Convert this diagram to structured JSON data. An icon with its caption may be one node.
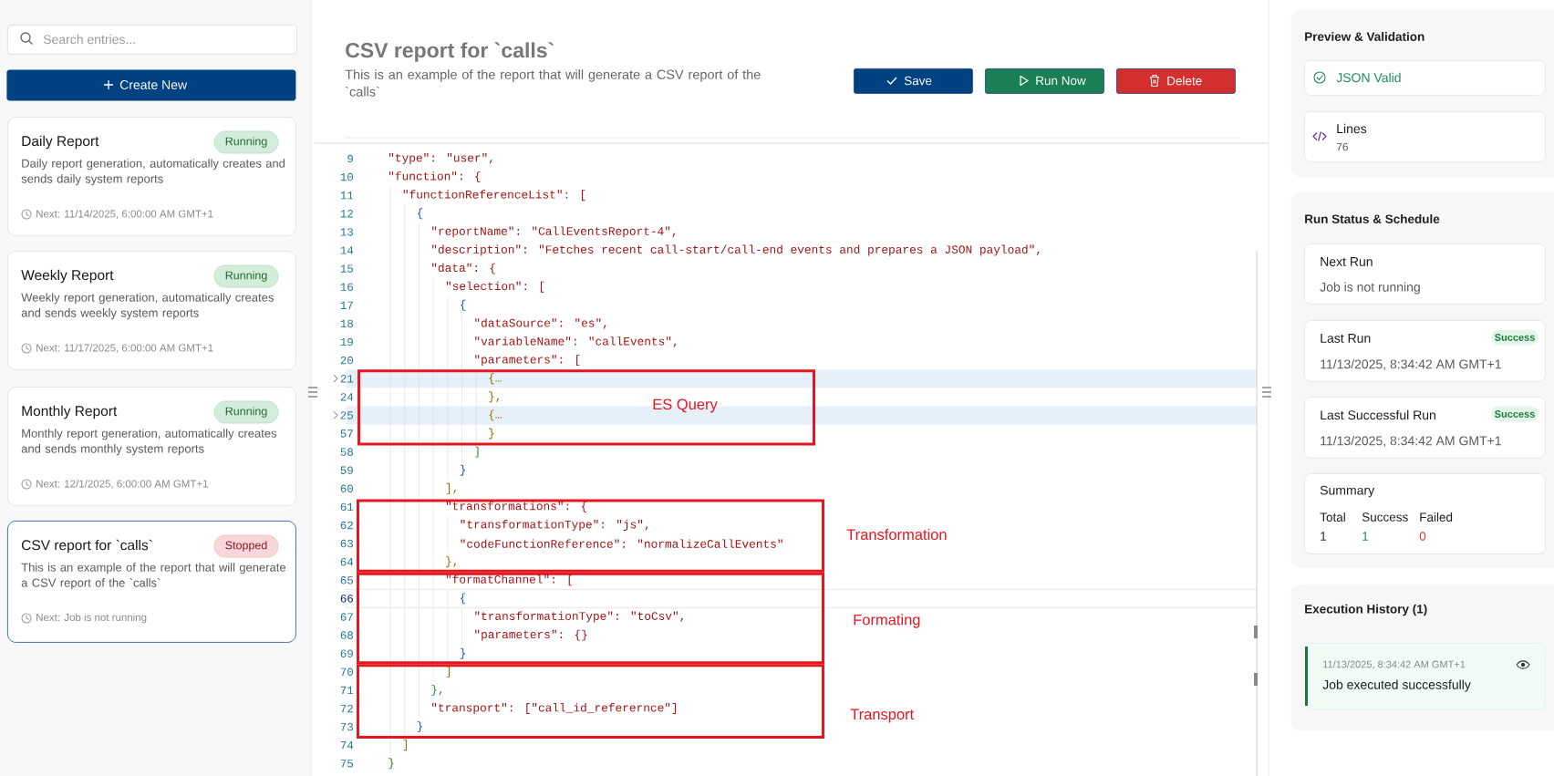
{
  "diagram": {
    "nodes": [
      {
        "text": [
          "Search entries..."
        ]
      },
      {
        "text": [
          "Create New"
        ]
      },
      {
        "text": [
          "Daily Report",
          "Daily report generation, automatically creates and sends daily system reports",
          "Next: 11/14/2025, 6:00:00 AM GMT+1"
        ]
      },
      {
        "text": [
          "Running"
        ],
        "in": 2
      },
      {
        "text": [
          "Weekly Report",
          "Weekly report generation, automatically creates and sends weekly system reports",
          "Next: 11/17/2025, 6:00:00 AM GMT+1"
        ]
      },
      {
        "text": [
          "Running"
        ],
        "in": 4
      },
      {
        "text": [
          "Monthly Report",
          "Monthly report generation, automatically creates and sends monthly system reports",
          "Next: 12/1/2025, 6:00:00 AM GMT+1"
        ]
      },
      {
        "text": [
          "Running"
        ],
        "in": 6
      },
      {
        "text": [
          "CSV report for `calls`",
          "This is an example of the report that will generate a CSV report of the `calls`",
          "Next: Job is not running"
        ]
      },
      {
        "text": [
          "Stopped"
        ],
        "in": 8
      },
      {
        "text": [
          "Save"
        ]
      },
      {
        "text": [
          "Run Now"
        ]
      },
      {
        "text": [
          "Delete"
        ]
      },
      {
        "text": [
          "{…",
          "},",
          "{…",
          "}",
          "ES Query"
        ]
      },
      {
        "text": [
          "\"transformations\": {",
          "\"transformationType\": \"js\",",
          "\"codeFunctionReference\": \"normalizeCallEvents\"",
          "},"
        ],
        "beside": [
          "Transformation"
        ]
      },
      {
        "text": [
          "\"formatChannel\": [",
          "{",
          "\"transformationType\": \"toCsv\",",
          "\"parameters\": {}",
          "}"
        ],
        "beside": [
          "Formating"
        ]
      },
      {
        "text": [
          "]",
          "},",
          "\"transport\": [\"call_id_referernce\"]",
          "}"
        ],
        "beside": [
          "Transport"
        ]
      },
      {
        "text": [
          "Preview & Validation"
        ]
      },
      {
        "text": [
          "JSON Valid"
        ],
        "in": 17
      },
      {
        "text": [
          "Lines",
          "76"
        ],
        "in": 17
      },
      {
        "text": [
          "Run Status & Schedule"
        ]
      },
      {
        "text": [
          "Next Run",
          "Job is not running"
        ],
        "in": 20
      },
      {
        "text": [
          "Last Run",
          "11/13/2025, 8:34:42 AM GMT+1"
        ],
        "in": 20
      },
      {
        "text": [
          "Success"
        ],
        "in": 22
      },
      {
        "text": [
          "Last Successful Run",
          "11/13/2025, 8:34:42 AM GMT+1"
        ],
        "in": 20
      },
      {
        "text": [
          "Success"
        ],
        "in": 24
      },
      {
        "text": [
          "Summary",
          "Total",
          "Success",
          "Failed",
          "1",
          "1",
          "0"
        ],
        "in": 20
      },
      {
        "text": [
          "Execution History (1)"
        ]
      },
      {
        "text": [
          "11/13/2025, 8:34:42 AM GMT+1",
          "Job executed successfully"
        ],
        "in": 27
      }
    ],
    "labels": [
      "CSV report for `calls`",
      "This is an example of the report that will generate a CSV report of the `calls`",
      "9",
      "\"type\": \"user\",",
      "10",
      "\"function\": {",
      "11",
      "\"functionReferenceList\": [",
      "12",
      "{",
      "13",
      "\"reportName\": \"CallEventsReport-4\",",
      "14",
      "\"description\": \"Fetches recent call-start/call-end events and prepares a JSON payload\",",
      "15",
      "\"data\": {",
      "16",
      "\"selection\": [",
      "17",
      "{",
      "18",
      "\"dataSource\": \"es\",",
      "19",
      "\"variableName\": \"callEvents\",",
      "20",
      "\"parameters\": [",
      "21",
      "24",
      "25",
      "57",
      "58",
      "]",
      "59",
      "}",
      "60",
      "],",
      "61",
      "62",
      "63",
      "64",
      "65",
      "66",
      "67",
      "68",
      "69",
      "70",
      "71",
      "72",
      "73",
      "74",
      "]",
      "75",
      "}"
    ]
  }
}
